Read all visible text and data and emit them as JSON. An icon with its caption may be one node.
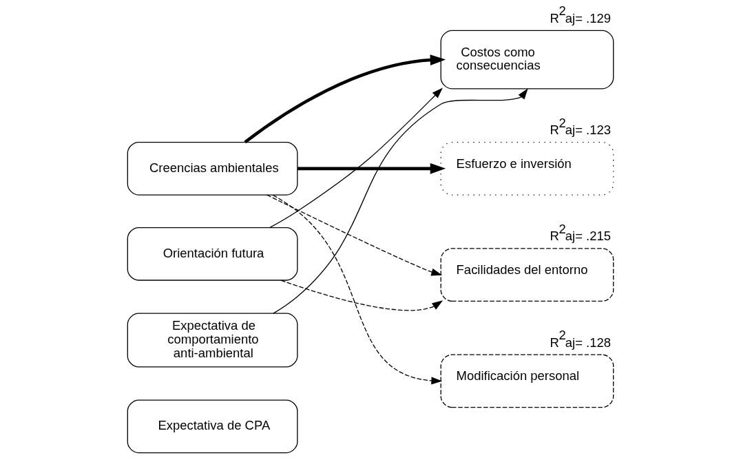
{
  "diagram": {
    "nodes": [
      {
        "text": [
          "Creencias ambientales"
        ]
      },
      {
        "text": [
          "Orientación futura"
        ]
      },
      {
        "text": [
          "Expectativa de comportamiento anti-ambiental"
        ]
      },
      {
        "text": [
          "Expectativa de CPA"
        ]
      },
      {
        "text": [
          "Costos como consecuencias"
        ],
        "beside": [
          "R$^{2}$aj= .129"
        ]
      },
      {
        "text": [
          "Esfuerzo e inversión"
        ],
        "beside": [
          "R$^{2}$aj= .123"
        ]
      },
      {
        "text": [
          "Facilidades del entorno"
        ],
        "beside": [
          "R$^{2}$aj= .215"
        ]
      },
      {
        "text": [
          "Modificación personal"
        ],
        "beside": [
          "R$^{2}$aj= .128"
        ]
      }
    ],
    "edges": [
      {
        "from": 0,
        "to": 4,
        "arrow": "to",
        "style": "thick"
      },
      {
        "from": 1,
        "to": 4,
        "arrow": "to"
      },
      {
        "from": 2,
        "to": 4,
        "arrow": "to"
      },
      {
        "from": 0,
        "to": 5,
        "arrow": "to",
        "style": "thick"
      },
      {
        "from": 0,
        "to": 6,
        "arrow": "to",
        "style": "dashed"
      },
      {
        "from": 1,
        "to": 6,
        "arrow": "to",
        "style": "dashed"
      },
      {
        "from": 0,
        "to": 7,
        "arrow": "to",
        "style": "dashed"
      }
    ]
  }
}
